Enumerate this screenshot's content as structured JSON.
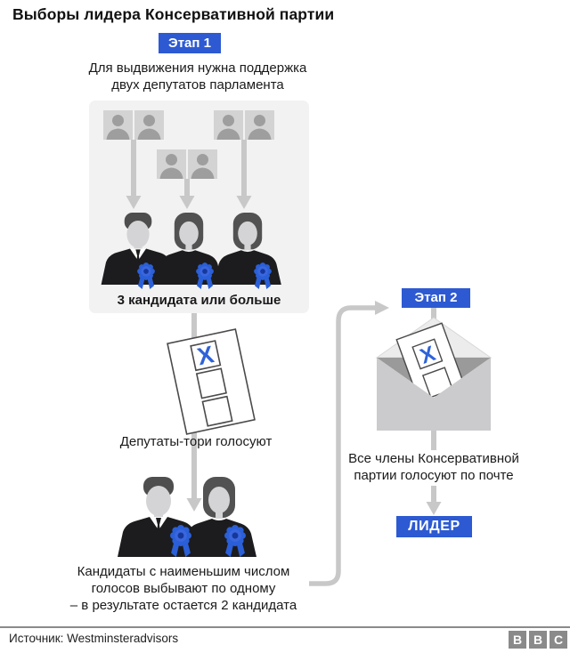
{
  "title": "Выборы лидера Консервативной партии",
  "stage1": {
    "badge": "Этап 1",
    "intro_line1": "Для выдвижения нужна поддержка",
    "intro_line2": "двух депутатов парламента",
    "candidates_caption": "3 кандидата или больше",
    "ballot_mark": "X",
    "vote_caption": "Депутаты-тори голосуют",
    "elimination_line1": "Кандидаты с наименьшим числом",
    "elimination_line2": "голосов выбывают по одному",
    "elimination_line3": "– в результате остается 2 кандидата"
  },
  "stage2": {
    "badge": "Этап 2",
    "ballot_mark": "X",
    "postal_line1": "Все члены Консервативной",
    "postal_line2": "партии голосуют по почте",
    "leader_badge": "ЛИДЕР"
  },
  "footer": {
    "source": "Источник: Westminsteradvisors",
    "logo": [
      "B",
      "B",
      "C"
    ]
  },
  "colors": {
    "accent_blue": "#2d5ad2",
    "rosette_blue": "#2a5fd8",
    "mark_blue": "#2e62d9",
    "panel_gray": "#f2f2f3",
    "arrow_gray": "#c8c8c8"
  }
}
